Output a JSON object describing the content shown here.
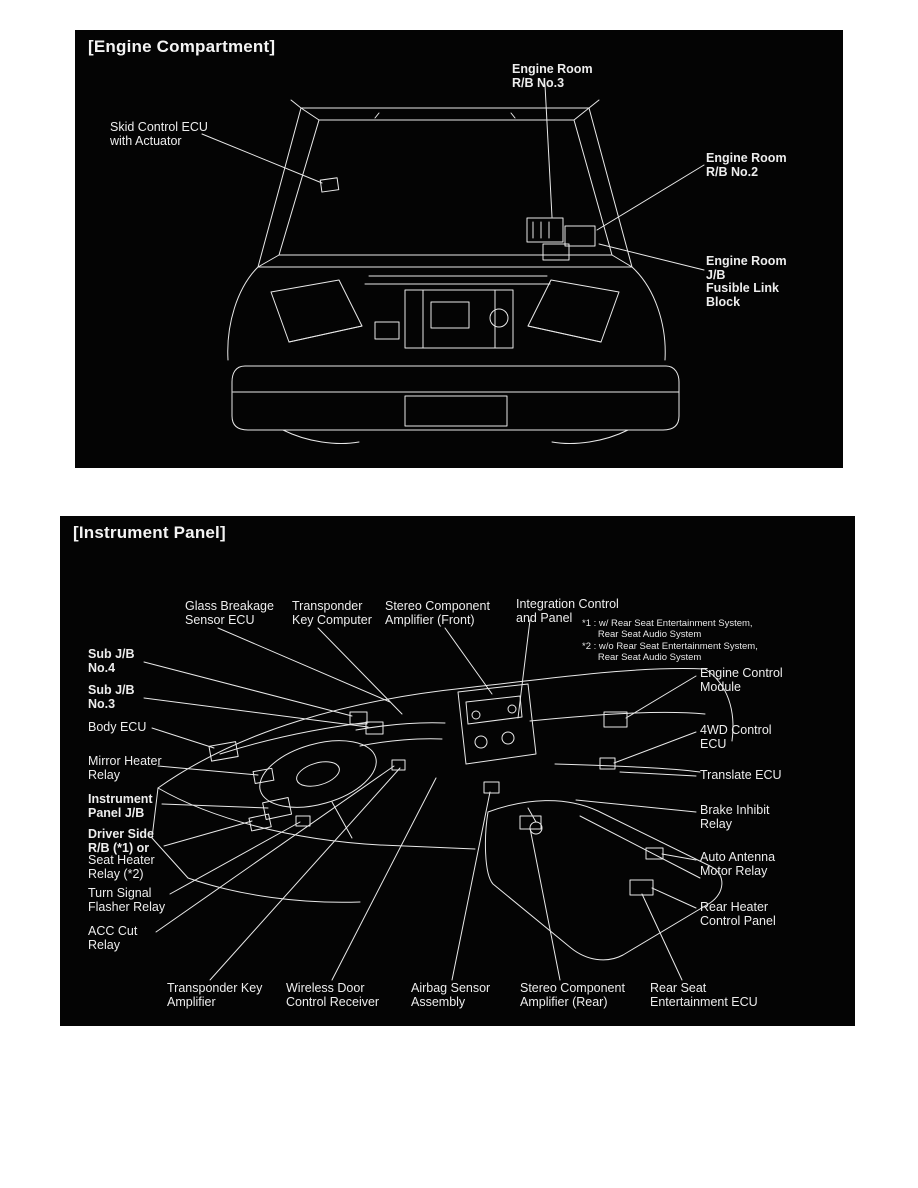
{
  "colors": {
    "page_bg": "#ffffff",
    "panel_bg": "#000000",
    "ink": "#ffffff"
  },
  "engine_compartment": {
    "title": "[Engine Compartment]",
    "labels": {
      "skid_control_ecu": "Skid Control ECU\nwith Actuator",
      "engine_room_rb_no3": "Engine Room\nR/B No.3",
      "engine_room_rb_no2": "Engine Room\nR/B No.2",
      "engine_room_jb_fusible_link_block": "Engine Room\nJ/B\nFusible Link\nBlock"
    }
  },
  "instrument_panel": {
    "title": "[Instrument Panel]",
    "footnotes": {
      "note1": "*1 : w/ Rear Seat Entertainment System,\n      Rear Seat Audio System",
      "note2": "*2 : w/o Rear Seat Entertainment System,\n      Rear Seat Audio System"
    },
    "labels": {
      "glass_breakage_sensor_ecu": "Glass Breakage\nSensor ECU",
      "transponder_key_computer": "Transponder\nKey Computer",
      "stereo_component_amplifier_front": "Stereo Component\nAmplifier (Front)",
      "integration_control_and_panel": "Integration Control\nand Panel",
      "sub_jb_no4": "Sub J/B\nNo.4",
      "sub_jb_no3": "Sub J/B\nNo.3",
      "body_ecu": "Body ECU",
      "mirror_heater_relay": "Mirror Heater\nRelay",
      "instrument_panel_jb": "Instrument\nPanel J/B",
      "driver_side_rb": "Driver Side\nR/B (*1) or",
      "seat_heater_relay": "Seat Heater\nRelay (*2)",
      "turn_signal_flasher_relay": "Turn Signal\nFlasher Relay",
      "acc_cut_relay": "ACC Cut\nRelay",
      "engine_control_module": "Engine Control\nModule",
      "fourwd_control_ecu": "4WD Control\nECU",
      "translate_ecu": "Translate ECU",
      "brake_inhibit_relay": "Brake Inhibit\nRelay",
      "auto_antenna_motor_relay": "Auto Antenna\nMotor Relay",
      "rear_heater_control_panel": "Rear Heater\nControl Panel",
      "transponder_key_amplifier": "Transponder Key\nAmplifier",
      "wireless_door_control_receiver": "Wireless Door\nControl Receiver",
      "airbag_sensor_assembly": "Airbag Sensor\nAssembly",
      "stereo_component_amplifier_rear": "Stereo Component\nAmplifier (Rear)",
      "rear_seat_entertainment_ecu": "Rear Seat\nEntertainment ECU"
    }
  }
}
